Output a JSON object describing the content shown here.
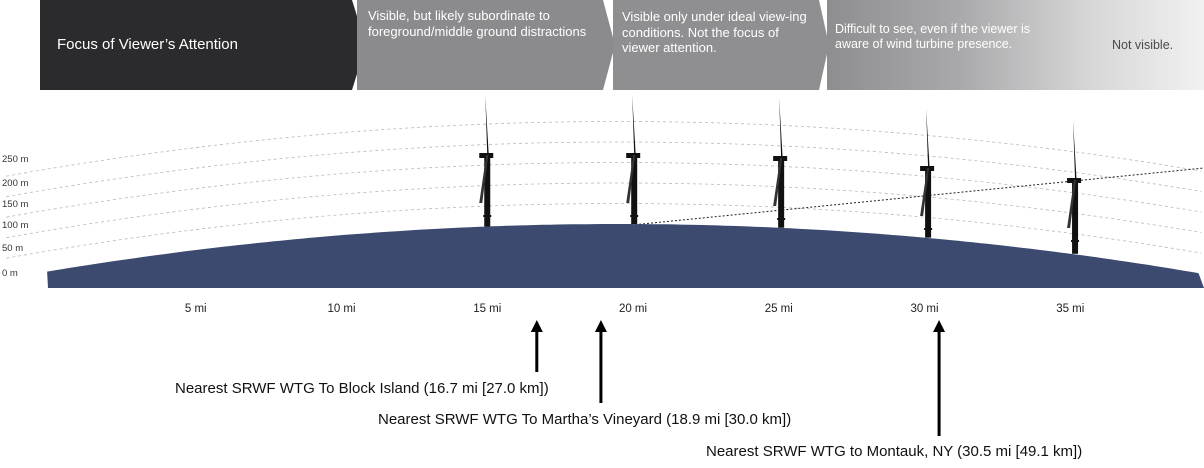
{
  "banner": {
    "zones": [
      {
        "label": "Focus of Viewer’s Attention"
      },
      {
        "label": "Visible, but likely subordinate to foreground/middle ground distractions"
      },
      {
        "label": "Visible only under ideal view-ing conditions.  Not the focus of viewer attention."
      },
      {
        "label": "Difficult to see, even if the viewer is aware of wind turbine presence."
      },
      {
        "label": "Not visible."
      }
    ],
    "colors": {
      "zone1": "#2b2b2d",
      "zone2": "#8b8b8d",
      "zone3": "#8f8f91",
      "zone4_start": "#8e8e90",
      "zone4_end": "#f1f1f1"
    }
  },
  "diagram": {
    "y_axis": {
      "unit": "m",
      "ticks": [
        0,
        50,
        100,
        150,
        200,
        250
      ],
      "tick_labels": [
        "0 m",
        "50 m",
        "100 m",
        "150 m",
        "200 m",
        "250 m"
      ]
    },
    "x_axis": {
      "unit": "mi",
      "ticks": [
        5,
        10,
        15,
        20,
        25,
        30,
        35
      ],
      "tick_labels": [
        "5 mi",
        "10 mi",
        "15 mi",
        "20 mi",
        "25 mi",
        "30 mi",
        "35 mi"
      ]
    },
    "turbines_at_mi": [
      15,
      20,
      25,
      30,
      35
    ],
    "colors": {
      "earth": "#3c4a70",
      "turbine": "#111111"
    }
  },
  "callouts": [
    {
      "at_mi": 16.7,
      "label": "Nearest SRWF WTG To Block Island (16.7 mi [27.0 km])"
    },
    {
      "at_mi": 18.9,
      "label": "Nearest SRWF WTG To Martha’s Vineyard (18.9 mi [30.0 km])"
    },
    {
      "at_mi": 30.5,
      "label": "Nearest SRWF WTG to Montauk, NY (30.5 mi [49.1 km])"
    }
  ]
}
